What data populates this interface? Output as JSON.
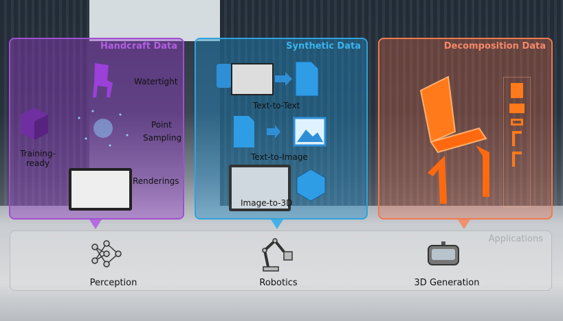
{
  "panels": {
    "handcraft": {
      "title": "Handcraft Data",
      "items": [
        "Watertight",
        "Point Sampling",
        "Renderings"
      ],
      "side_label": "Training-ready",
      "color": "#a04fd0"
    },
    "synthetic": {
      "title": "Synthetic Data",
      "items": [
        "Text-to-Text",
        "Text-to-Image",
        "Image-to-3D"
      ],
      "color": "#2fa3dd"
    },
    "decomposition": {
      "title": "Decomposition Data",
      "color": "#f07a50"
    }
  },
  "applications": {
    "title": "Applications",
    "items": [
      {
        "label": "Perception",
        "icon": "neural-network-icon"
      },
      {
        "label": "Robotics",
        "icon": "robot-arm-icon"
      },
      {
        "label": "3D Generation",
        "icon": "vr-headset-icon"
      }
    ]
  }
}
